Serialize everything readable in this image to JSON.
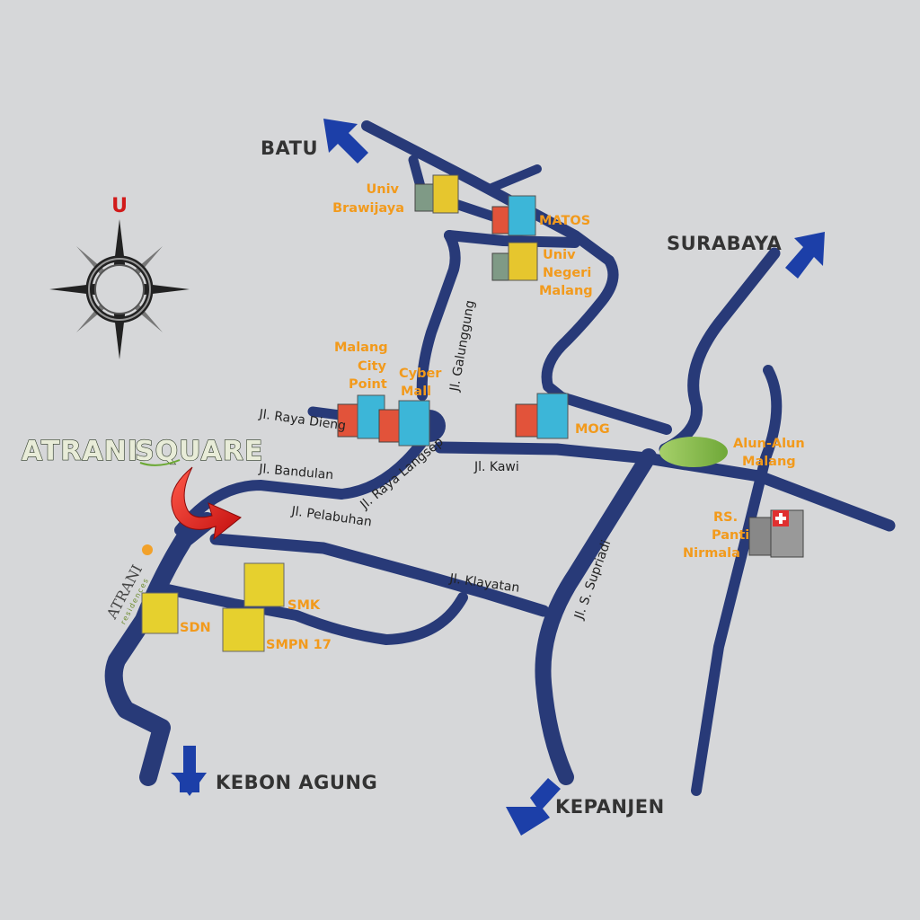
{
  "compass": {
    "north_letter": "U"
  },
  "logo": {
    "text_left": "ATRANI",
    "text_right": "SQUARE"
  },
  "residences_logo": {
    "name": "ATRANI",
    "sub": "residences"
  },
  "destinations": {
    "batu": "BATU",
    "surabaya": "SURABAYA",
    "kebon_agung": "KEBON AGUNG",
    "kepanjen": "KEPANJEN"
  },
  "roads": {
    "raya_dieng": "Jl. Raya Dieng",
    "bandulan": "Jl. Bandulan",
    "pelabuhan": "Jl. Pelabuhan",
    "raya_langsep": "Jl. Raya Langsep",
    "kawi": "Jl. Kawi",
    "galunggung": "Jl. Galunggung",
    "klayatan": "Jl. Klayatan",
    "supriadi": "Jl. S. Supriadi"
  },
  "places": {
    "univ_brawijaya": [
      "Univ",
      "Brawijaya"
    ],
    "matos": [
      "MATOS"
    ],
    "univ_negeri": [
      "Univ",
      "Negeri",
      "Malang"
    ],
    "malang_city_point": [
      "Malang",
      "City",
      "Point"
    ],
    "cyber_mall": [
      "Cyber",
      "Mall"
    ],
    "mog": [
      "MOG"
    ],
    "alun_alun": [
      "Alun-Alun",
      "Malang"
    ],
    "rs_panti": [
      "RS.",
      "Panti",
      "Nirmala"
    ],
    "smk": [
      "SMK"
    ],
    "sdn": [
      "SDN"
    ],
    "smpn": [
      "SMPN 17"
    ]
  },
  "colors": {
    "background": "#d6d7d9",
    "road": "#283a78",
    "arrow": "#1c3fa8",
    "poi_text": "#f29a1c",
    "location_arrow": "#e62020",
    "park": "#8cc04a"
  }
}
